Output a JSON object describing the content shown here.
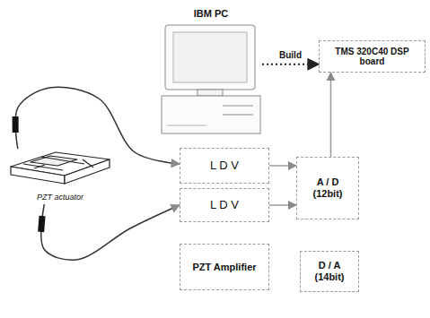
{
  "diagram": {
    "nodes": [
      {
        "text": [
          "IBM PC"
        ]
      },
      {
        "text": [
          "TMS 320C40 DSP board"
        ]
      },
      {
        "text": [
          "PZT actuator"
        ]
      },
      {
        "text": [
          "L D V"
        ]
      },
      {
        "text": [
          "L D V"
        ]
      },
      {
        "text": [
          "A / D (12bit)"
        ]
      },
      {
        "text": [
          "PZT Amplifier"
        ]
      },
      {
        "text": [
          "D / A (14bit)"
        ]
      }
    ],
    "edges": [
      {
        "from": 0,
        "to": 1,
        "label": "Build",
        "arrow": "to"
      },
      {
        "from": 2,
        "to": 3,
        "arrow": "to"
      },
      {
        "from": 2,
        "to": 4,
        "arrow": "to"
      },
      {
        "from": 3,
        "to": 5,
        "arrow": "to"
      },
      {
        "from": 4,
        "to": 5,
        "arrow": "to"
      },
      {
        "from": 5,
        "to": 1,
        "arrow": "to"
      }
    ]
  }
}
